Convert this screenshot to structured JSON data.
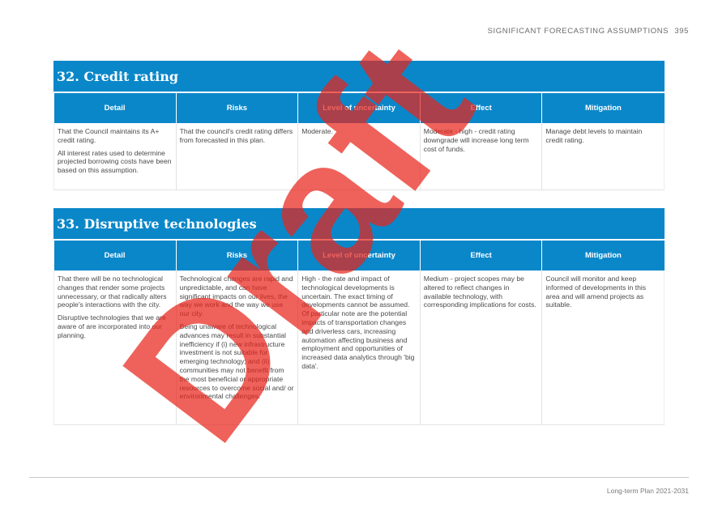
{
  "header": {
    "section_name": "SIGNIFICANT FORECASTING ASSUMPTIONS",
    "page_number": "395"
  },
  "sections": [
    {
      "title": "32. Credit rating",
      "columns": [
        "Detail",
        "Risks",
        "Level of uncertainty",
        "Effect",
        "Mitigation"
      ],
      "row": {
        "detail": [
          "That the Council maintains its A+ credit rating.",
          "All interest rates used to determine projected borrowing costs have been based on this assumption."
        ],
        "risks": [
          "That the council's credit rating differs from forecasted in this plan."
        ],
        "uncertainty": [
          "Moderate."
        ],
        "effect": [
          "Moderate - high - credit rating downgrade will increase long term cost of funds."
        ],
        "mitigation": [
          "Manage debt levels to maintain credit rating."
        ]
      }
    },
    {
      "title": "33. Disruptive technologies",
      "columns": [
        "Detail",
        "Risks",
        "Level of uncertainty",
        "Effect",
        "Mitigation"
      ],
      "row": {
        "detail": [
          "That there will be no technological changes that render some projects unnecessary, or that radically alters people's interactions with the city.",
          "Disruptive technologies that we are aware of are incorporated into our planning."
        ],
        "risks": [
          "Technological changes are rapid and unpredictable, and can have significant impacts on our lives, the way we work and the way we use our city.",
          "Being unaware of technological advances may result in substantial inefficiency if (i) new infrastructure investment is not suitable for emerging technology; and (ii) communities may not benefit from the most beneficial or appropriate resources to overcome social and/ or environmental challenges."
        ],
        "uncertainty": [
          "High - the rate and impact of technological developments is uncertain. The exact timing of developments cannot be assumed. Of particular note are the potential impacts of transportation changes and driverless cars, increasing automation affecting business and employment and opportunities of increased data analytics through 'big data'."
        ],
        "effect": [
          "Medium - project scopes may be altered to reflect changes in available technology, with corresponding implications for costs."
        ],
        "mitigation": [
          "Council will monitor and keep informed of developments in this area and will amend projects as suitable."
        ]
      }
    }
  ],
  "watermark": {
    "text": "Draft",
    "color": "#e8261c"
  },
  "footer": {
    "text": "Long-term Plan 2021-2031"
  },
  "colors": {
    "accent": "#0a87c9",
    "watermark": "#e8261c"
  }
}
